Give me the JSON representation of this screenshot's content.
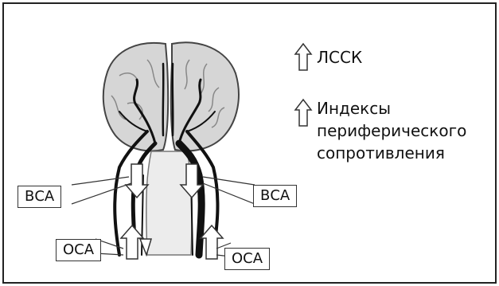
{
  "figure": {
    "labels": {
      "vsa_left": "ВСА",
      "vsa_right": "ВСА",
      "osa_left": "ОСА",
      "osa_right": "ОСА"
    },
    "legend": {
      "item1": "ЛССК",
      "item2": "Индексы\nпериферического\nсопротивления"
    },
    "colors": {
      "brain_fill": "#d8d8d8",
      "vessel": "#111111",
      "frame": "#222222"
    }
  }
}
